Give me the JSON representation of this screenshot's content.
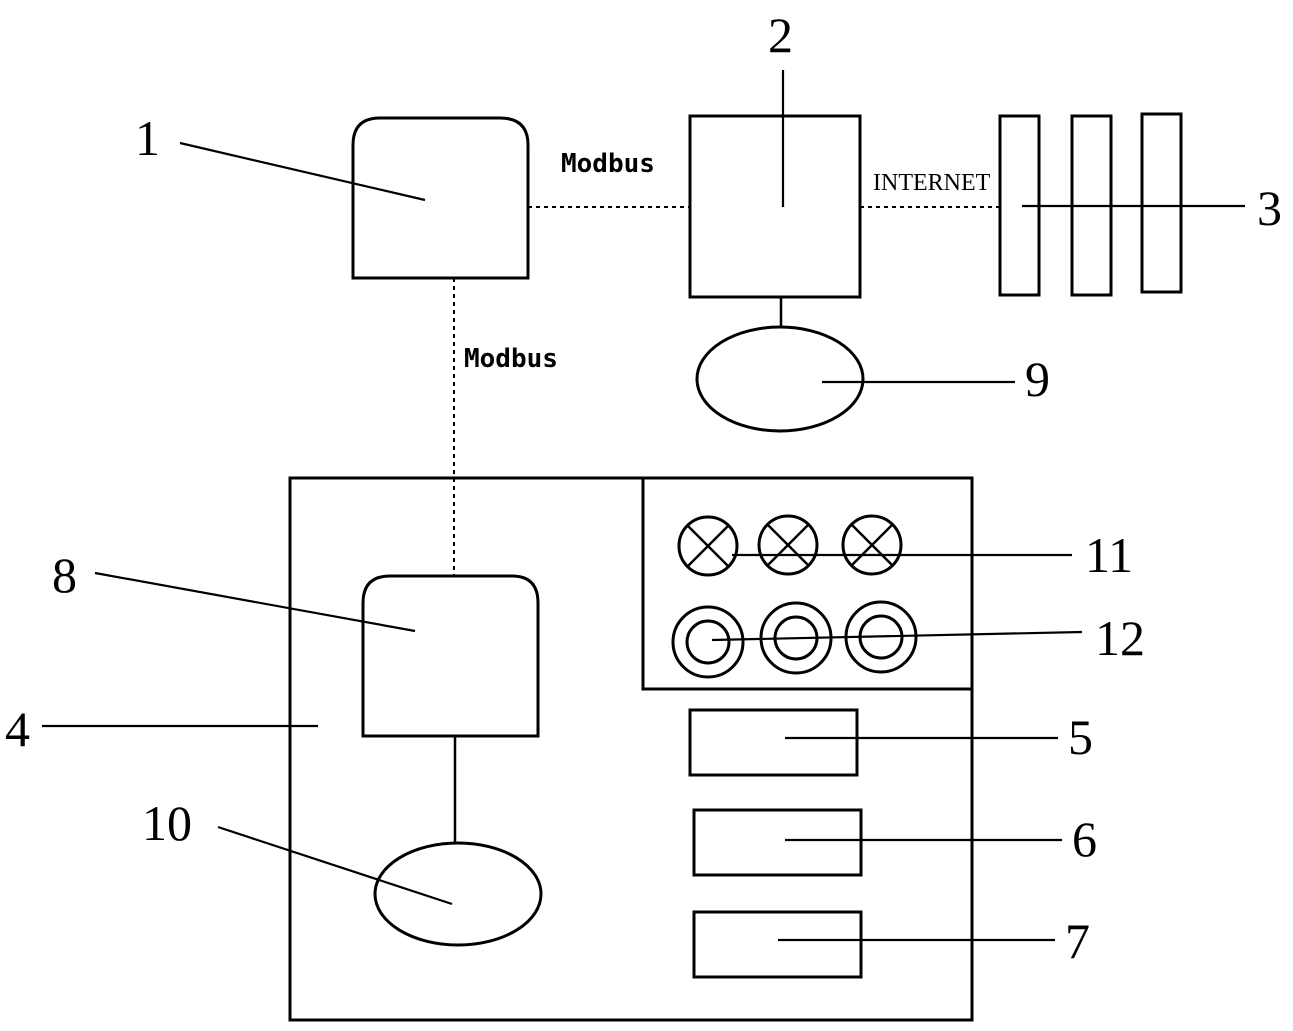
{
  "labels": {
    "n1": "1",
    "n2": "2",
    "n3": "3",
    "n4": "4",
    "n5": "5",
    "n6": "6",
    "n7": "7",
    "n8": "8",
    "n9": "9",
    "n10": "10",
    "n11": "11",
    "n12": "12"
  },
  "links": {
    "modbus_top": "Modbus",
    "modbus_vertical": "Modbus",
    "internet": "INTERNET"
  }
}
